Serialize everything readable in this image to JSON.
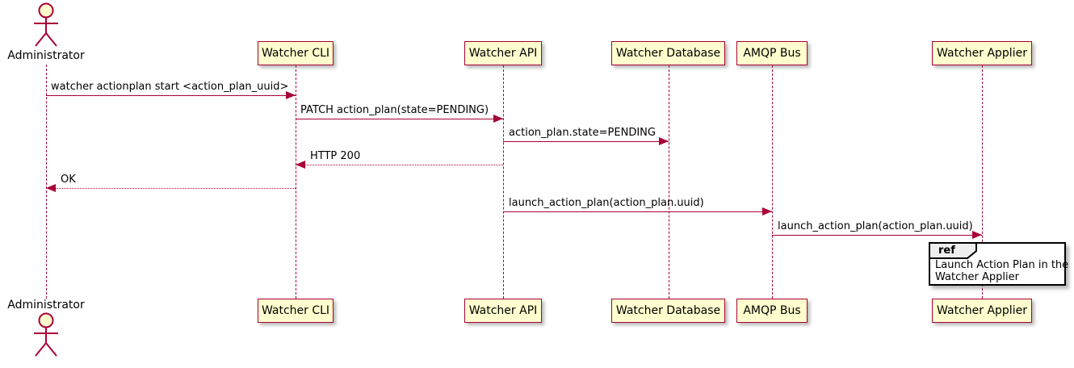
{
  "actor": {
    "label": "Administrator"
  },
  "participants": [
    {
      "label": "Watcher CLI"
    },
    {
      "label": "Watcher API"
    },
    {
      "label": "Watcher Database"
    },
    {
      "label": "AMQP Bus"
    },
    {
      "label": "Watcher Applier"
    }
  ],
  "messages": [
    {
      "label": "watcher actionplan start <action_plan_uuid>",
      "from": "Administrator",
      "to": "Watcher CLI",
      "line": "solid",
      "direction": "right"
    },
    {
      "label": "PATCH action_plan(state=PENDING)",
      "from": "Watcher CLI",
      "to": "Watcher API",
      "line": "solid",
      "direction": "right"
    },
    {
      "label": "action_plan.state=PENDING",
      "from": "Watcher API",
      "to": "Watcher Database",
      "line": "solid",
      "direction": "right"
    },
    {
      "label": "HTTP 200",
      "from": "Watcher API",
      "to": "Watcher CLI",
      "line": "dotted",
      "direction": "left"
    },
    {
      "label": "OK",
      "from": "Watcher CLI",
      "to": "Administrator",
      "line": "dotted",
      "direction": "left"
    },
    {
      "label": "launch_action_plan(action_plan.uuid)",
      "from": "Watcher API",
      "to": "AMQP Bus",
      "line": "solid",
      "direction": "right"
    },
    {
      "label": "launch_action_plan(action_plan.uuid)",
      "from": "AMQP Bus",
      "to": "Watcher Applier",
      "line": "solid",
      "direction": "right"
    }
  ],
  "ref_fragment": {
    "keyword": "ref",
    "line1": "Launch Action Plan in the",
    "line2": "Watcher Applier"
  },
  "colors": {
    "accent": "#A80036",
    "participant_fill": "#FEFECE",
    "ref_label_fill": "#EEEEEE",
    "text": "#000000"
  }
}
